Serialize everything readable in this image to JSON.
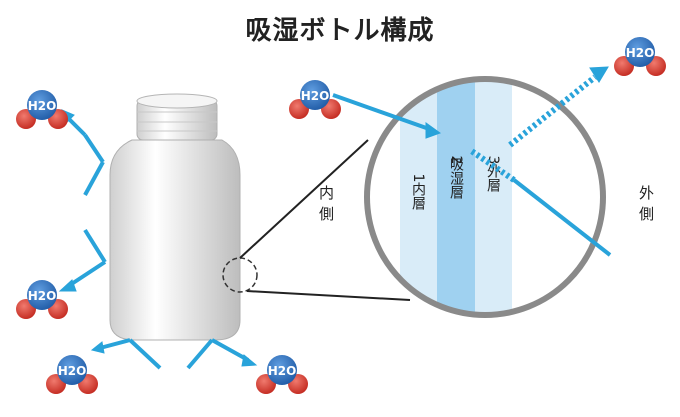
{
  "title": "吸湿ボトル構成",
  "molecule_label": "H2O",
  "layers": [
    {
      "number": "1",
      "name": "内層",
      "color": "#d9ecf8"
    },
    {
      "number": "2",
      "name": "吸湿層",
      "color": "#9fd1f0"
    },
    {
      "number": "3",
      "name": "外層",
      "color": "#d9ecf8"
    }
  ],
  "inner_side_label": "内側",
  "outer_side_label": "外側",
  "colors": {
    "arrow": "#29a3da",
    "oxygen": "#d7372c",
    "hydrogen": "#2a68b5",
    "circle_border": "#8a8a8a",
    "bottle": "#e9e9e9"
  },
  "icons": [
    "water-molecule-icon",
    "arrow-icon",
    "bottle-icon",
    "magnifier-circle"
  ]
}
